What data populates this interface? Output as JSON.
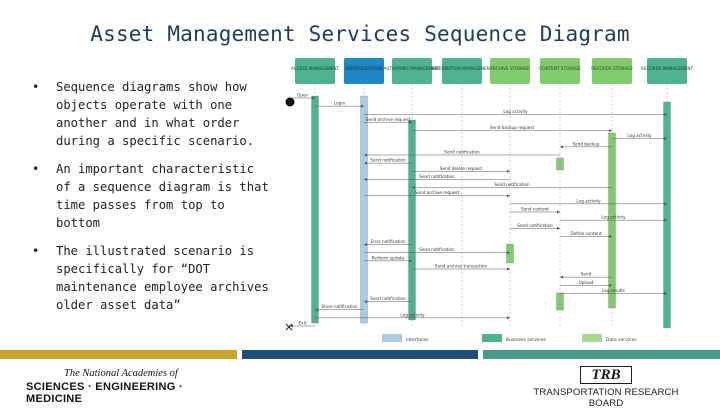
{
  "title": "Asset Management Services Sequence Diagram",
  "bullets": [
    "Sequence diagrams show how objects operate with one another and in what order during a specific scenario.",
    "An important characteristic of a sequence diagram is that time passes from top to bottom",
    "The illustrated scenario is specifically for “DOT maintenance employee archives older asset data”"
  ],
  "bullet_glyph": "•",
  "diagram": {
    "headers": [
      "ACCESS MANAGEMENT",
      "REPRESENTATION",
      "AUTHORING MANAGEMENT",
      "INFORMATION MANAGEMENT",
      "ARCHIVE STORAGE",
      "CONTENT STORAGE",
      "RECORDS STORAGE",
      "RECORDS MANAGEMENT"
    ],
    "header_colors": [
      "#4db391",
      "#1d88c8",
      "#4db391",
      "#4db391",
      "#83c96d",
      "#83c96d",
      "#83c96d",
      "#4db391"
    ],
    "messages": [
      "Open",
      "Login",
      "Log activity",
      "Send archive request",
      "Send backup request",
      "Log activity",
      "Send backup",
      "Send notification",
      "Send notification",
      "Send delete request",
      "Send notification",
      "Send notification",
      "Send archive request",
      "Log activity",
      "Send content",
      "Log activity",
      "Send notification",
      "Define content",
      "Error notification",
      "Send notification",
      "Perform update",
      "Send archive transaction",
      "Send",
      "Upload",
      "Log results",
      "Send notification",
      "Store notification",
      "Log activity",
      "Exit"
    ],
    "legend": [
      {
        "label": "Interfaces",
        "color": "#a9cbe4"
      },
      {
        "label": "Business services",
        "color": "#4db391"
      },
      {
        "label": "Data services",
        "color": "#a6d890"
      }
    ]
  },
  "footer_colors": [
    "#c8a32e",
    "#1f4e79",
    "#4a9a8c"
  ],
  "logos": {
    "nas_line1": "The National Academies of",
    "nas_line2": "SCIENCES · ENGINEERING · MEDICINE",
    "trb_short": "TRB",
    "trb_full": "TRANSPORTATION RESEARCH BOARD"
  }
}
